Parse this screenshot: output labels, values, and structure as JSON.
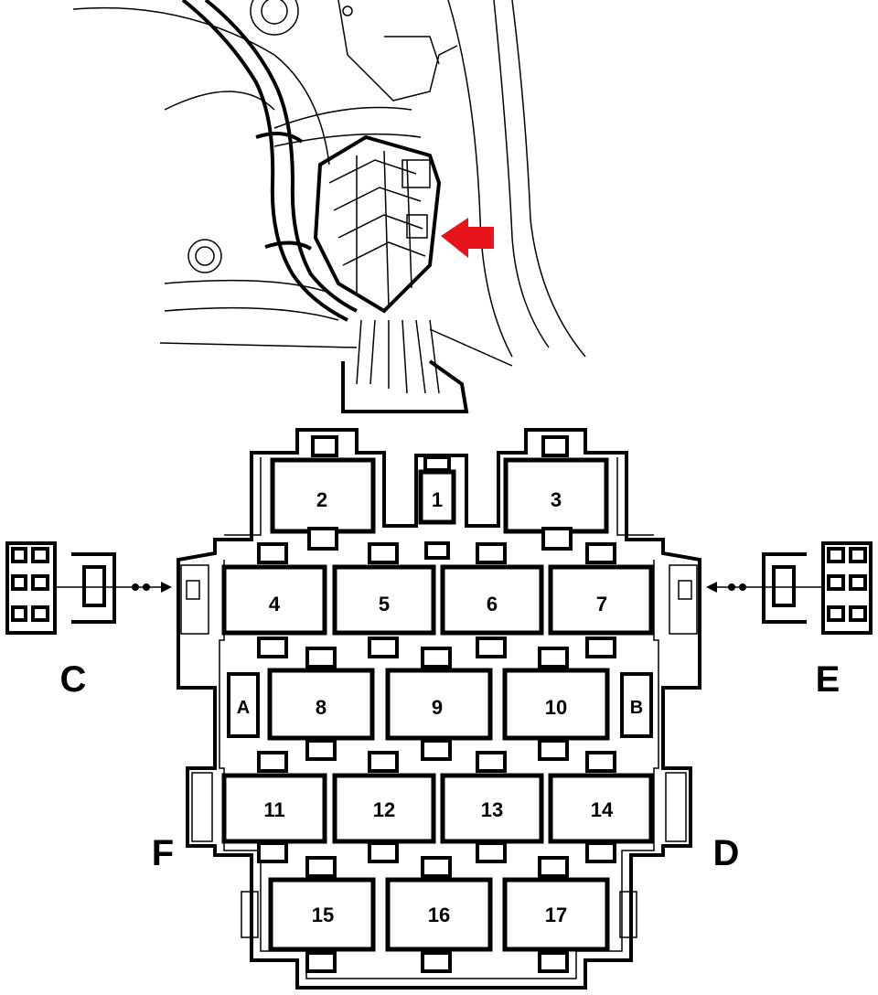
{
  "pointer_color": "#e8141c",
  "relays": [
    {
      "id": "2",
      "label": "2"
    },
    {
      "id": "1",
      "label": "1"
    },
    {
      "id": "3",
      "label": "3"
    },
    {
      "id": "4",
      "label": "4"
    },
    {
      "id": "5",
      "label": "5"
    },
    {
      "id": "6",
      "label": "6"
    },
    {
      "id": "7",
      "label": "7"
    },
    {
      "id": "8",
      "label": "8"
    },
    {
      "id": "9",
      "label": "9"
    },
    {
      "id": "10",
      "label": "10"
    },
    {
      "id": "11",
      "label": "11"
    },
    {
      "id": "12",
      "label": "12"
    },
    {
      "id": "13",
      "label": "13"
    },
    {
      "id": "14",
      "label": "14"
    },
    {
      "id": "15",
      "label": "15"
    },
    {
      "id": "16",
      "label": "16"
    },
    {
      "id": "17",
      "label": "17"
    }
  ],
  "slots": {
    "a": "A",
    "b": "B"
  },
  "connectors": {
    "c": "C",
    "d": "D",
    "e": "E",
    "f": "F"
  }
}
